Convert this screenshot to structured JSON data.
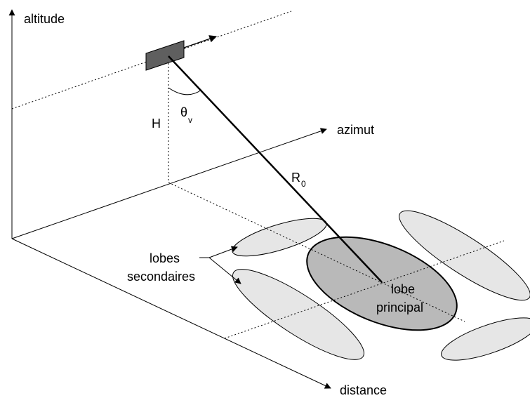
{
  "labels": {
    "altitude": "altitude",
    "azimuth": "azimut",
    "distance": "distance",
    "height": "H",
    "theta": "θ",
    "theta_sub": "v",
    "range": "R",
    "range_sub": "0",
    "side_lobes_line1": "lobes",
    "side_lobes_line2": "secondaires",
    "main_lobe_line1": "lobe",
    "main_lobe_line2": "principal"
  },
  "colors": {
    "line": "#000000",
    "main_lobe_fill": "#b9b9b9",
    "side_lobe_fill": "#e6e6e6",
    "platform_fill": "#5f5f5f"
  }
}
